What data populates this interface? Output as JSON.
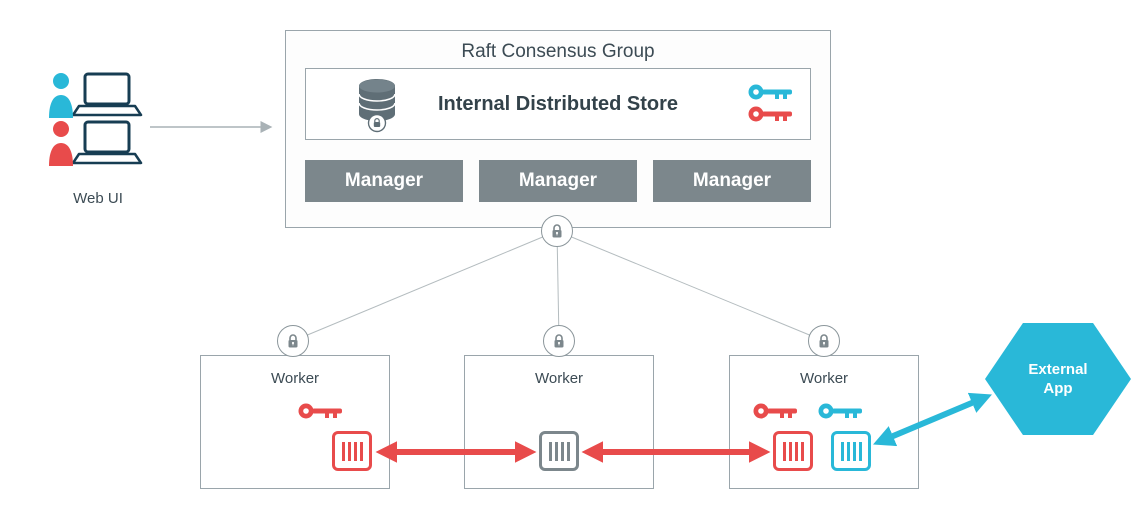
{
  "colors": {
    "accent_blue": "#29B8D8",
    "accent_red": "#E84B4B",
    "manager_gray": "#7C878C",
    "box_border_gray": "#9AA5AB",
    "text_dark": "#3C4B54"
  },
  "web_ui": {
    "label": "Web UI"
  },
  "raft_group": {
    "title": "Raft Consensus Group",
    "store_label": "Internal Distributed Store",
    "managers": [
      "Manager",
      "Manager",
      "Manager"
    ]
  },
  "workers": [
    {
      "label": "Worker"
    },
    {
      "label": "Worker"
    },
    {
      "label": "Worker"
    }
  ],
  "external_app": {
    "label": "External App"
  }
}
